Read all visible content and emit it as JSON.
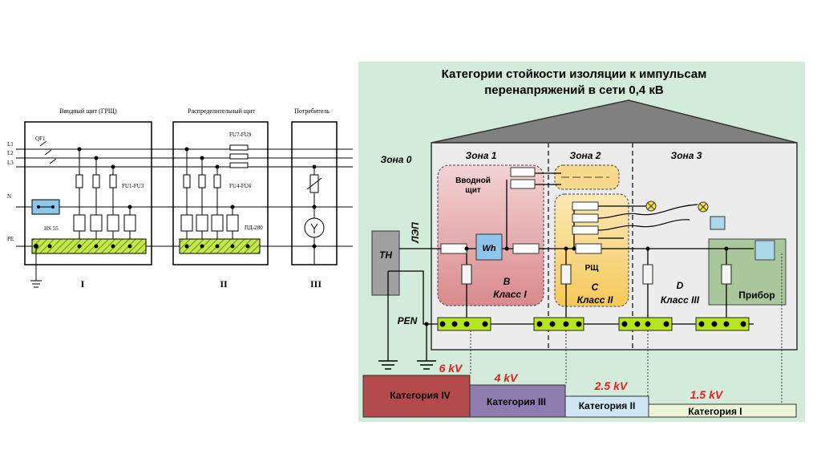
{
  "left_diagram": {
    "panel_titles": [
      "Вводный щит (ГРЩ)",
      "Распределительный щит",
      "Потребитель"
    ],
    "line_labels": [
      "L1",
      "L2",
      "L3",
      "N",
      "PE"
    ],
    "component_labels": {
      "qf": "QF1",
      "fu_a": "FU1-FU3",
      "fu_b": "FU7-FU9",
      "fu_c": "FU4-FU6",
      "hs": "HS 55",
      "pd": "ПД-280"
    },
    "section_numbers": [
      "I",
      "II",
      "III"
    ]
  },
  "right_diagram": {
    "title_line1": "Категории стойкости изоляции к импульсам",
    "title_line2": "перенапряжений в сети 0,4 кВ",
    "zones": [
      "Зона 0",
      "Зона 1",
      "Зона 2",
      "Зона 3"
    ],
    "labels": {
      "lep": "ЛЭП",
      "tn": "ТН",
      "pen": "PEN",
      "vvodnoy": "Вводной щит",
      "wh": "Wh",
      "rsch": "РЩ",
      "pribor": "Прибор"
    },
    "classes": [
      {
        "letter": "B",
        "name": "Класс I"
      },
      {
        "letter": "C",
        "name": "Класс II"
      },
      {
        "letter": "D",
        "name": "Класс III"
      }
    ],
    "voltages": [
      "6 kV",
      "4 kV",
      "2.5 kV",
      "1.5 kV"
    ],
    "categories": [
      "Категория IV",
      "Категория III",
      "Категория II",
      "Категория I"
    ],
    "colors": {
      "background": "#d2ecd9",
      "zone1": "#e7a6a8",
      "zone2": "#f9d98c",
      "pribor": "#a9c79a",
      "cat4": "#b24a4c",
      "cat3": "#8e7bb0",
      "cat2": "#cfe6f4",
      "cat1": "#eef4d8",
      "voltage_text": "#e32020",
      "pe_bar": "#b5e61d"
    }
  }
}
